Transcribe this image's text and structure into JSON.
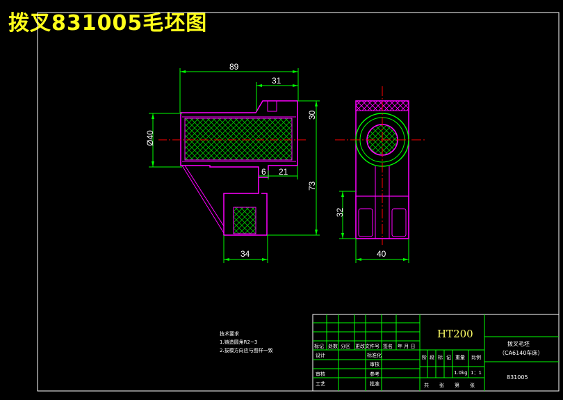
{
  "title": "拨叉831005毛坯图",
  "dimensions": {
    "overall_length": "89",
    "top_step": "31",
    "bore_diameter": "Ø40",
    "right_height": "30",
    "total_height": "73",
    "slot_width": "6",
    "slot_offset": "21",
    "foot_width": "34",
    "side_height": "32",
    "side_width": "40"
  },
  "notes": {
    "heading": "技术要求",
    "line1": "1.铸造圆角R2~3",
    "line2": "2.拔模方向应与图样一致"
  },
  "title_block": {
    "material": "HT200",
    "part_name": "拨叉毛坯",
    "machine": "（CA6140车床）",
    "drawing_no": "831005",
    "row_headers": [
      "标记",
      "处数",
      "分区",
      "更改文件号",
      "签名",
      "年 月 日"
    ],
    "design": "设计",
    "standardization": "标准化",
    "review": "审核",
    "process": "工艺",
    "approve": "批准",
    "check": "审核",
    "mark": "参考",
    "stage_labels": [
      "阶",
      "段",
      "标",
      "记"
    ],
    "weight_label": "重量",
    "scale_label": "比例",
    "weight": "1.0kg",
    "scale": "1：1",
    "sheets": [
      "共",
      "张",
      "第",
      "张"
    ]
  },
  "colors": {
    "frame": "#ffffff",
    "outline": "#00ff00",
    "hatch": "#ff00ff",
    "centerline": "#ff0000",
    "title_text": "#ffff1a"
  }
}
